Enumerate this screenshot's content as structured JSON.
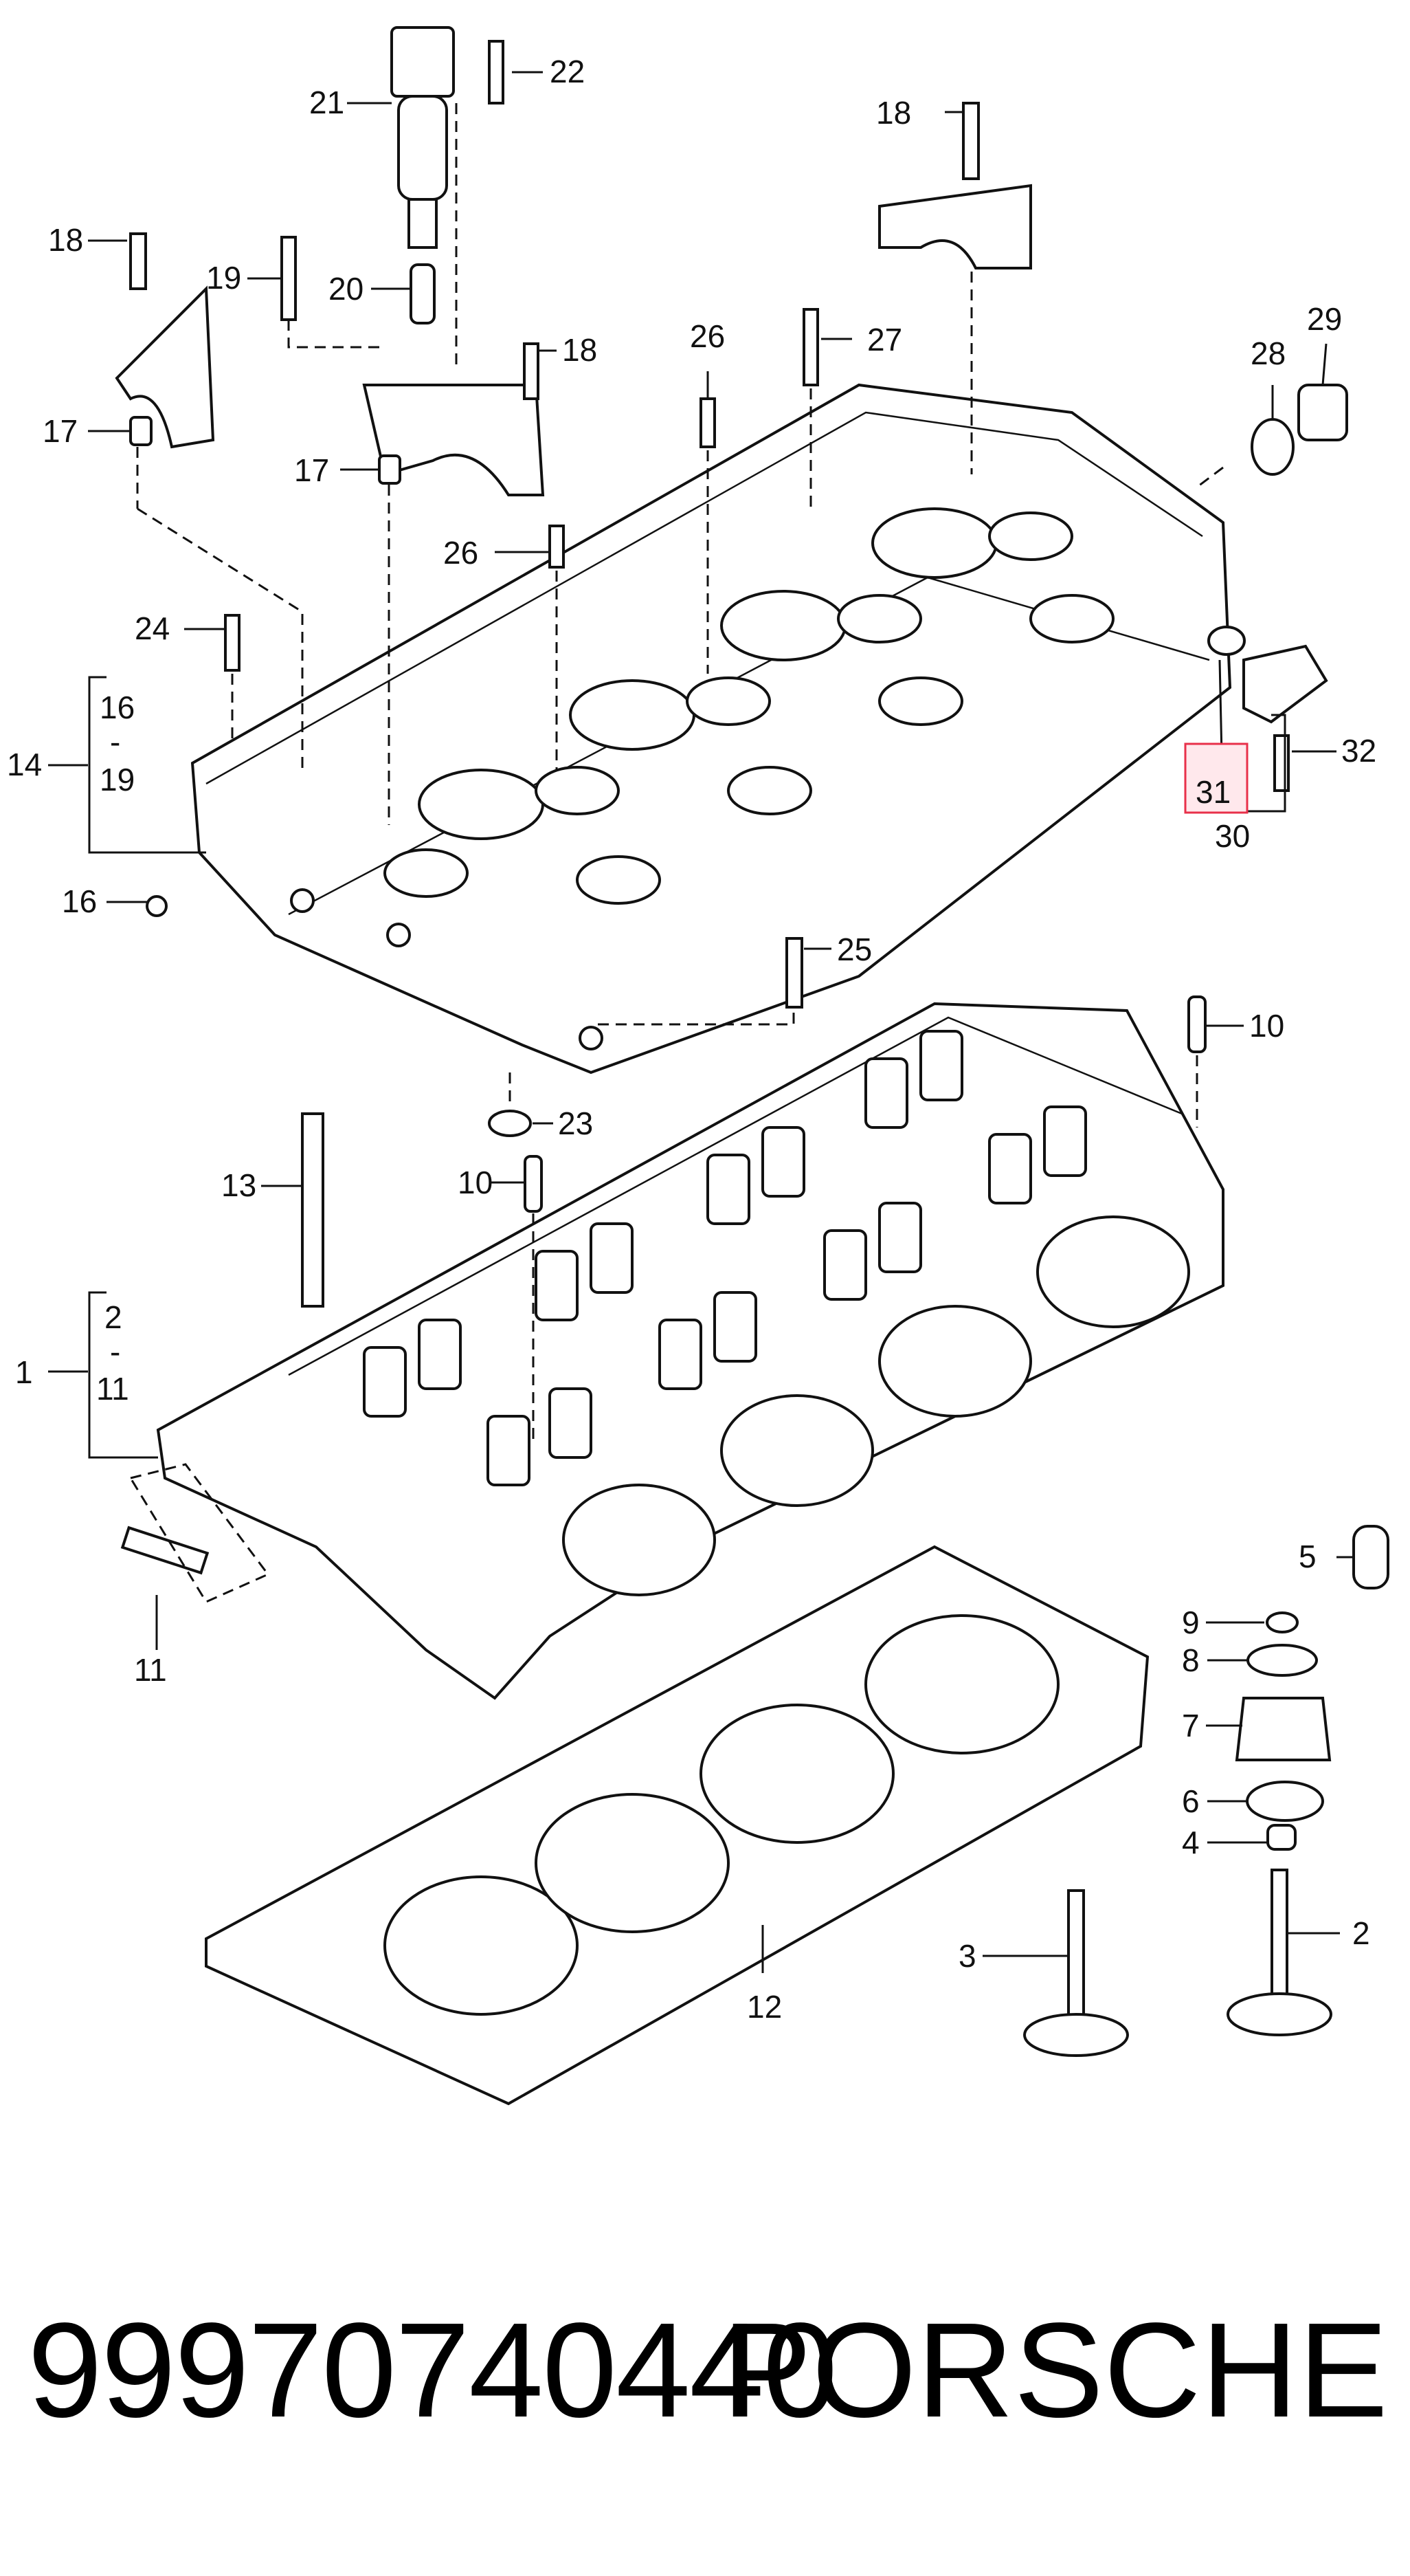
{
  "callouts": {
    "c1": "1",
    "c2": "2",
    "c3": "3",
    "c4": "4",
    "c5": "5",
    "c6": "6",
    "c7": "7",
    "c8": "8",
    "c9": "9",
    "c10a": "10",
    "c10b": "10",
    "c11a": "11",
    "c11b": "11",
    "c12": "12",
    "c13": "13",
    "c14": "14",
    "c16a": "16",
    "c16b": "16",
    "c17a": "17",
    "c17b": "17",
    "c18a": "18",
    "c18b": "18",
    "c18c": "18",
    "c19a": "19",
    "c19b": "19",
    "c20": "20",
    "c21": "21",
    "c22": "22",
    "c23": "23",
    "c24": "24",
    "c25": "25",
    "c26a": "26",
    "c26b": "26",
    "c27": "27",
    "c28": "28",
    "c29": "29",
    "c30": "30",
    "c31": "31",
    "c32": "32",
    "dash_a": "-",
    "dash_b": "-"
  },
  "highlight_color": "#e8304a",
  "footer": {
    "part_number": "99970740440",
    "brand": "PORSCHE"
  }
}
